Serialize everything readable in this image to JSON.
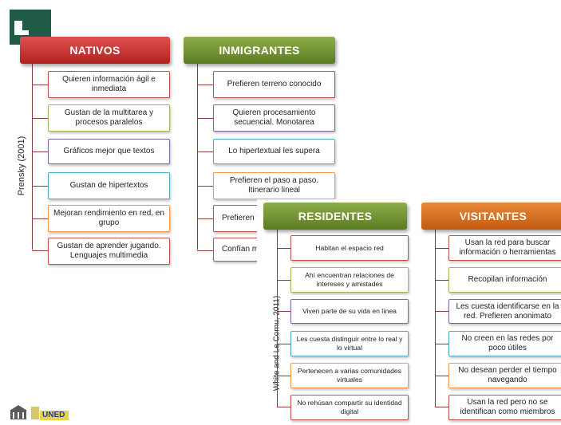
{
  "left_panel": {
    "author_label": "Prensky (2001)",
    "nativos": {
      "title": "NATIVOS",
      "items": [
        "Quieren información ágil e inmediata",
        "Gustan de la multitarea y procesos paralelos",
        "Gráficos mejor que textos",
        "Gustan de hipertextos",
        "Mejoran rendimiento en red, en grupo",
        "Gustan de aprender jugando. Lenguajes multimedia"
      ]
    },
    "inmigrantes": {
      "title": "INMIGRANTES",
      "items": [
        "Prefieren terreno conocido",
        "Quieren procesamiento secuencial. Monotarea",
        "Lo hipertextual les supera",
        "Prefieren el paso a paso. Itinerario lineal",
        "Prefieren t",
        "Confían m"
      ]
    }
  },
  "right_panel": {
    "author_label": "White and Le Cornu, 2011)",
    "residentes": {
      "title": "RESIDENTES",
      "items": [
        "Habitan el espacio red",
        "Ahí encuentran relaciones de intereses y amistades",
        "Viven parte de su vida en línea",
        "Les cuesta distinguir entre lo real y lo virtual",
        "Pertenecen a varias comunidades virtuales",
        "No rehúsan compartir su identidad digital"
      ]
    },
    "visitantes": {
      "title": "VISITANTES",
      "items": [
        "Usan la red para buscar información o herramientas",
        "Recopilan información",
        "Les cuesta identificarse en la red. Prefieren anonimato",
        "No creen en las redes por poco útiles",
        "No desean perder el tiempo navegando",
        "Usan la red pero no se identifican como miembros"
      ]
    }
  },
  "footer": {
    "logo_text": "UNED"
  },
  "colors": {
    "nativos_header": "#c0302d",
    "inmigrantes_header": "#6e8e33",
    "residentes_header": "#6e8e33",
    "visitantes_header": "#d9681c",
    "connector": "#8a3b3b"
  }
}
